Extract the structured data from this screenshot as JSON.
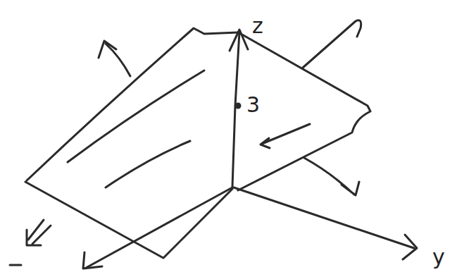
{
  "diagram": {
    "labels": [
      "z",
      "3",
      "y"
    ]
  }
}
